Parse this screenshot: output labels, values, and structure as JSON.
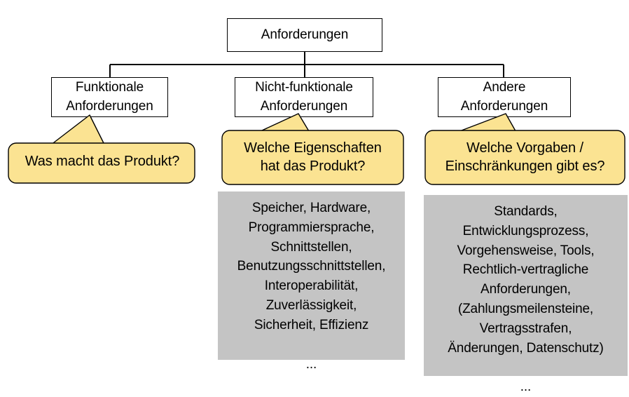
{
  "diagram": {
    "title_node": "Anforderungen",
    "nodes": [
      {
        "id": "root",
        "label": "Anforderungen"
      },
      {
        "id": "funktionale",
        "label": "Funktionale\nAnforderungen"
      },
      {
        "id": "nicht-funktionale",
        "label": "Nicht-funktionale\nAnforderungen"
      },
      {
        "id": "andere",
        "label": "Andere\nAnforderungen"
      }
    ],
    "callouts": [
      {
        "id": "funktionale",
        "text": "Was macht das Produkt?"
      },
      {
        "id": "nicht-funktionale",
        "text": "Welche Eigenschaften\nhat das Produkt?"
      },
      {
        "id": "andere",
        "text": "Welche Vorgaben /\nEinschränkungen gibt es?"
      }
    ],
    "detail_boxes": [
      {
        "id": "nicht-funktionale",
        "text": "Speicher, Hardware,\nProgrammiersprache,\nSchnittstellen,\nBenutzungsschnittstellen,\nInteroperabilität,\nZuverlässigkeit,\nSicherheit, Effizienz\n\n..."
      },
      {
        "id": "andere",
        "text": "Standards,\nEntwicklungsprozess,\nVorgehensweise, Tools,\nRechtlich-vertragliche\nAnforderungen,\n(Zahlungsmeilensteine,\nVertragsstrafen,\nÄnderungen, Datenschutz)\n\n..."
      }
    ],
    "colors": {
      "callout_fill": "#fbe392",
      "callout_stroke": "#000000",
      "node_fill": "#ffffff",
      "node_stroke": "#000000",
      "detail_fill": "#c4c4c4",
      "connector": "#000000",
      "text": "#000000"
    }
  }
}
